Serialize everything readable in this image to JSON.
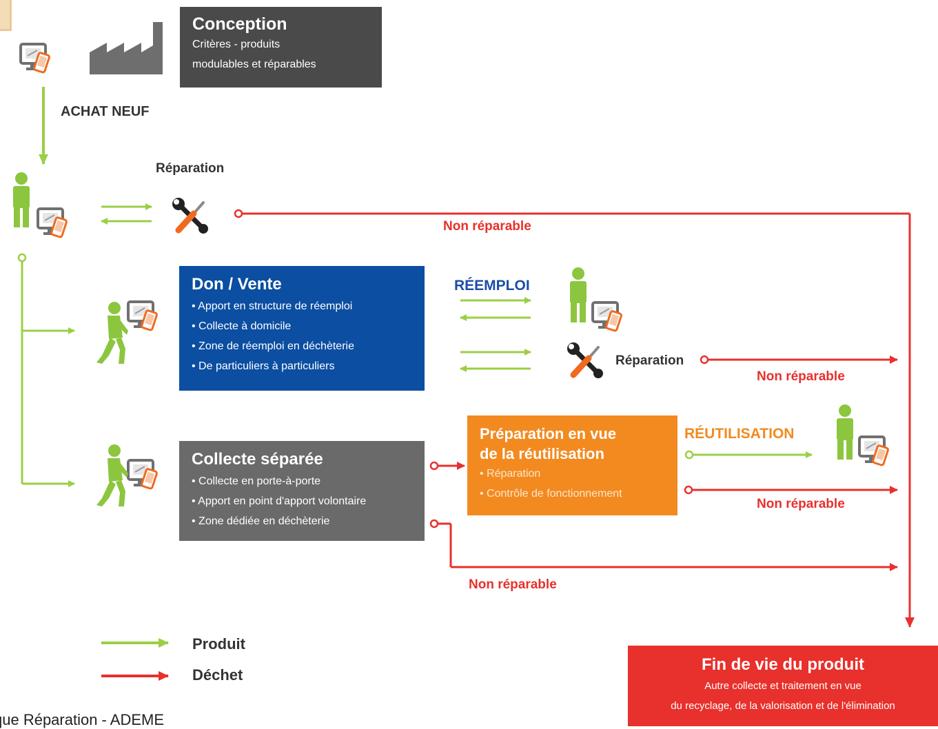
{
  "boxes": {
    "conception": {
      "title": "Conception",
      "lines": [
        "Critères - produits",
        "modulables et réparables"
      ]
    },
    "don_vente": {
      "title": "Don / Vente",
      "lines": [
        "• Apport en structure de réemploi",
        "• Collecte à domicile",
        "• Zone de réemploi en déchèterie",
        "• De particuliers à particuliers"
      ]
    },
    "collecte": {
      "title": "Collecte séparée",
      "lines": [
        "• Collecte en porte-à-porte",
        "• Apport en point d'apport volontaire",
        "• Zone dédiée en déchèterie"
      ]
    },
    "preparation": {
      "title_line1": "Préparation en vue",
      "title_line2": "de la réutilisation",
      "lines": [
        "• Réparation",
        "• Contrôle de fonctionnement"
      ]
    },
    "fin_de_vie": {
      "title": "Fin de vie du produit",
      "lines": [
        "Autre collecte et traitement en vue",
        "du recyclage, de la valorisation et de l'élimination"
      ]
    }
  },
  "labels": {
    "achat_neuf": "ACHAT NEUF",
    "reparation": "Réparation",
    "non_reparable": "Non réparable",
    "reemploi": "RÉEMPLOI",
    "reutilisation": "RÉUTILISATION"
  },
  "legend": {
    "produit": "Produit",
    "dechet": "Déchet"
  },
  "caption": "tique Réparation - ADEME",
  "colors": {
    "product_arrow": "#9bcf44",
    "waste_arrow": "#e8302c",
    "conception_box": "#4a4a4a",
    "don_box": "#0b4ea2",
    "collecte_box": "#6a6a6a",
    "preparation_box": "#f28a20",
    "fin_box": "#e8302c",
    "person_green": "#8cc63f",
    "reemploi_text": "#1b4ea5",
    "reutilisation_text": "#f28a20"
  },
  "icons": [
    "factory-icon",
    "computer-phone-icon",
    "person-icon",
    "walking-person-icon",
    "repair-tools-icon"
  ]
}
